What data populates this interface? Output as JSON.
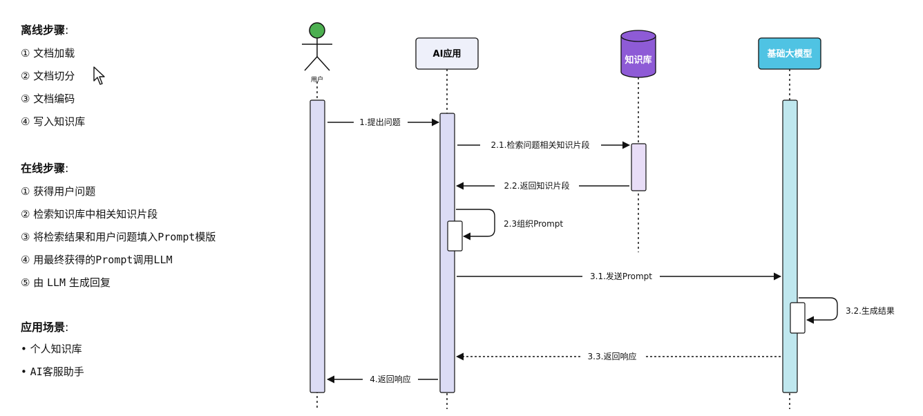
{
  "offline": {
    "title": "离线步骤",
    "colon": ":",
    "items": [
      "① 文档加载",
      "② 文档切分",
      "③ 文档编码",
      "④ 写入知识库"
    ]
  },
  "online": {
    "title": "在线步骤",
    "colon": ":",
    "items": [
      "① 获得用户问题",
      "② 检索知识库中相关知识片段",
      "③ 将检索结果和用户问题填入Prompt模版",
      "④ 用最终获得的Prompt调用LLM",
      "⑤ 由 LLM 生成回复"
    ]
  },
  "scenarios": {
    "title": "应用场景",
    "colon": ":",
    "items": [
      "• 个人知识库",
      "• AI客服助手"
    ]
  },
  "participants": {
    "user": "用户",
    "app": "AI应用",
    "kb": "知识库",
    "model": "基础大模型"
  },
  "messages": {
    "m1": "1.提出问题",
    "m21": "2.1.检索问题相关知识片段",
    "m22": "2.2.返回知识片段",
    "m23": "2.3组织Prompt",
    "m31": "3.1.发送Prompt",
    "m32": "3.2.生成结果",
    "m33": "3.3.返回响应",
    "m4": "4.返回响应"
  },
  "colors": {
    "user_head": "#4caf50",
    "app_box": "#eef0fa",
    "kb_cylinder": "#8e5bd6",
    "model_box": "#4fc3e3",
    "app_activation": "#dcdcf5",
    "kb_activation": "#e8ddf7",
    "model_activation": "#bfe7ee"
  }
}
